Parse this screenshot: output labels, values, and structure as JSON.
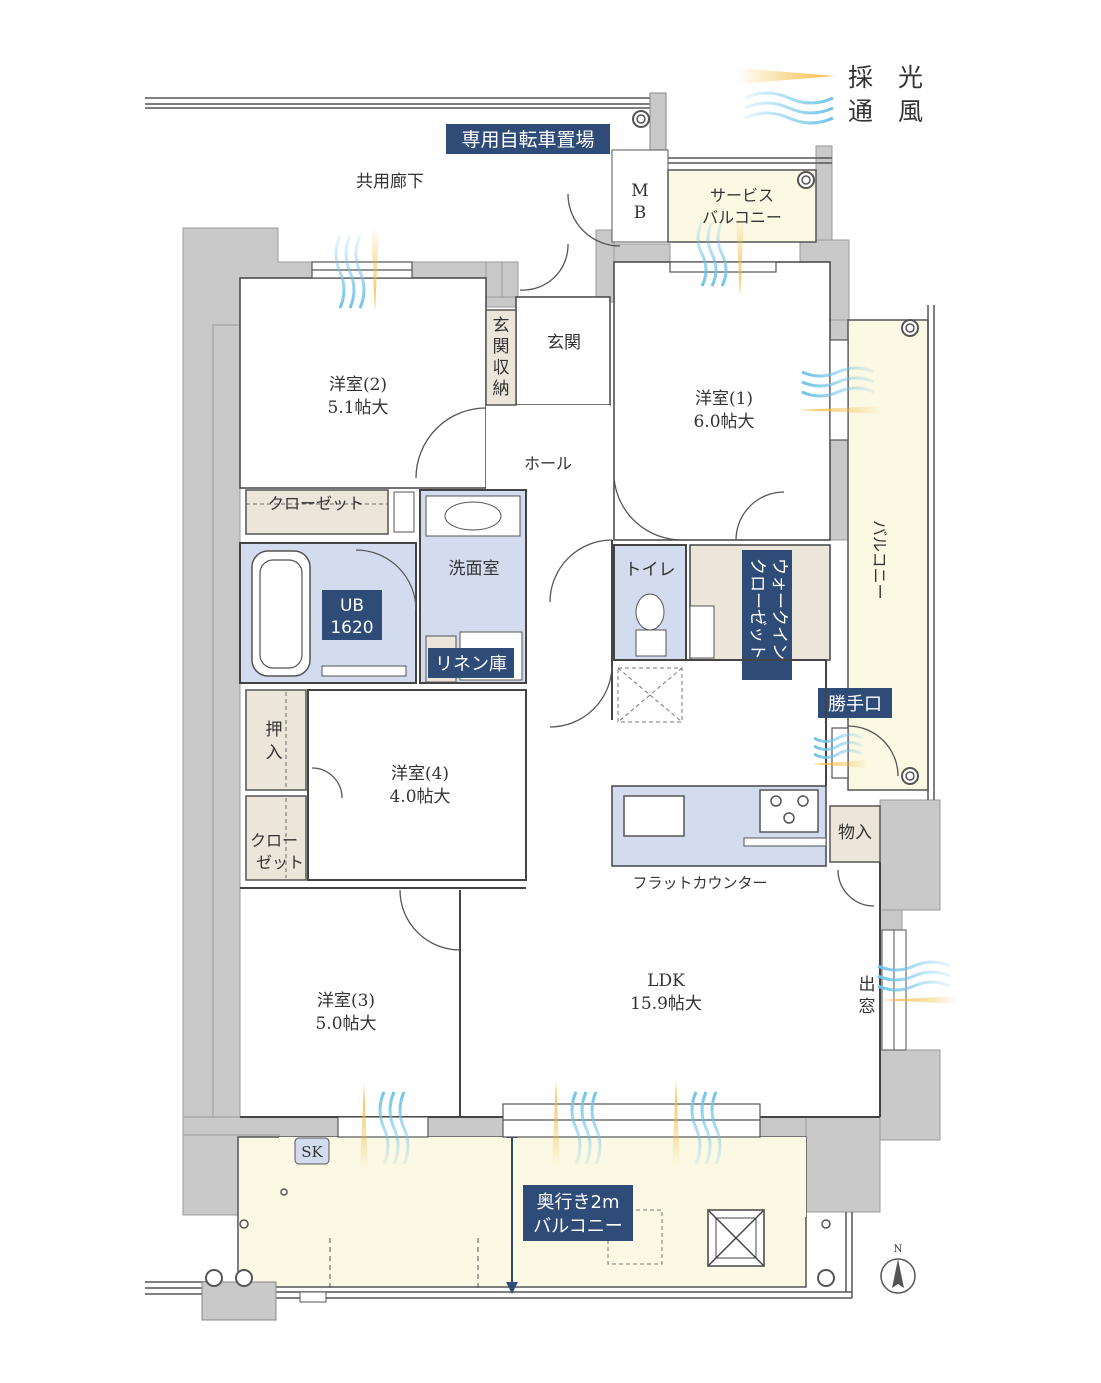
{
  "legend": {
    "light": "採　光",
    "wind": "通　風"
  },
  "labels": {
    "bicycle": "専用自転車置場",
    "corridor": "共用廊下",
    "mb": [
      "M",
      "B"
    ],
    "service_balcony": [
      "サービス",
      "バルコニー"
    ],
    "entrance": "玄関",
    "entrance_storage": [
      "玄",
      "関",
      "収",
      "納"
    ],
    "room2": [
      "洋室(2)",
      "5.1帖大"
    ],
    "room1": [
      "洋室(1)",
      "6.0帖大"
    ],
    "hall": "ホール",
    "closet": "クローゼット",
    "washroom": "洗面室",
    "ub": [
      "UB",
      "1620"
    ],
    "linen": "リネン庫",
    "toilet": "トイレ",
    "walkin": [
      "ウォークイン",
      "クローゼット"
    ],
    "balcony_side": "バルコニー",
    "back_door": "勝手口",
    "room4": [
      "洋室(4)",
      "4.0帖大"
    ],
    "oshiire": [
      "押",
      "入"
    ],
    "closet2": [
      "クロー",
      "ゼット"
    ],
    "storage": "物入",
    "flat_counter": "フラットカウンター",
    "ldk": [
      "LDK",
      "15.9帖大"
    ],
    "bay_window": [
      "出",
      "窓"
    ],
    "room3": [
      "洋室(3)",
      "5.0帖大"
    ],
    "sk": "SK",
    "main_balcony": [
      "奥行き2m",
      "バルコニー"
    ],
    "north": "N"
  },
  "colors": {
    "wall": "#c9c9c9",
    "wet_area": "#d3dcef",
    "storage": "#ece5da",
    "balcony": "#fbf8e3",
    "label_box": "#2f4b78",
    "light_arrow": "#f3b93a",
    "wind_arrow": "#6fc3e8"
  }
}
